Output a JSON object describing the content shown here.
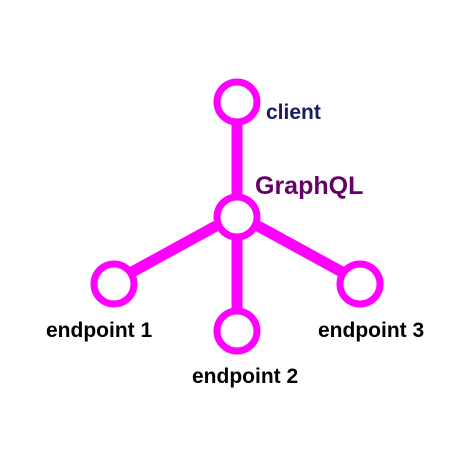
{
  "colors": {
    "edge": "#ff00ff",
    "node_stroke": "#ff00ff",
    "node_fill": "#ffffff",
    "client_label": "#1a1a66",
    "hub_label": "#660066",
    "endpoint_label": "#000000"
  },
  "nodes": {
    "client": {
      "label": "client"
    },
    "hub": {
      "label": "GraphQL"
    },
    "endpoint1": {
      "label": "endpoint 1"
    },
    "endpoint2": {
      "label": "endpoint 2"
    },
    "endpoint3": {
      "label": "endpoint 3"
    }
  },
  "edges": [
    {
      "from": "client",
      "to": "hub"
    },
    {
      "from": "hub",
      "to": "endpoint1"
    },
    {
      "from": "hub",
      "to": "endpoint2"
    },
    {
      "from": "hub",
      "to": "endpoint3"
    }
  ]
}
